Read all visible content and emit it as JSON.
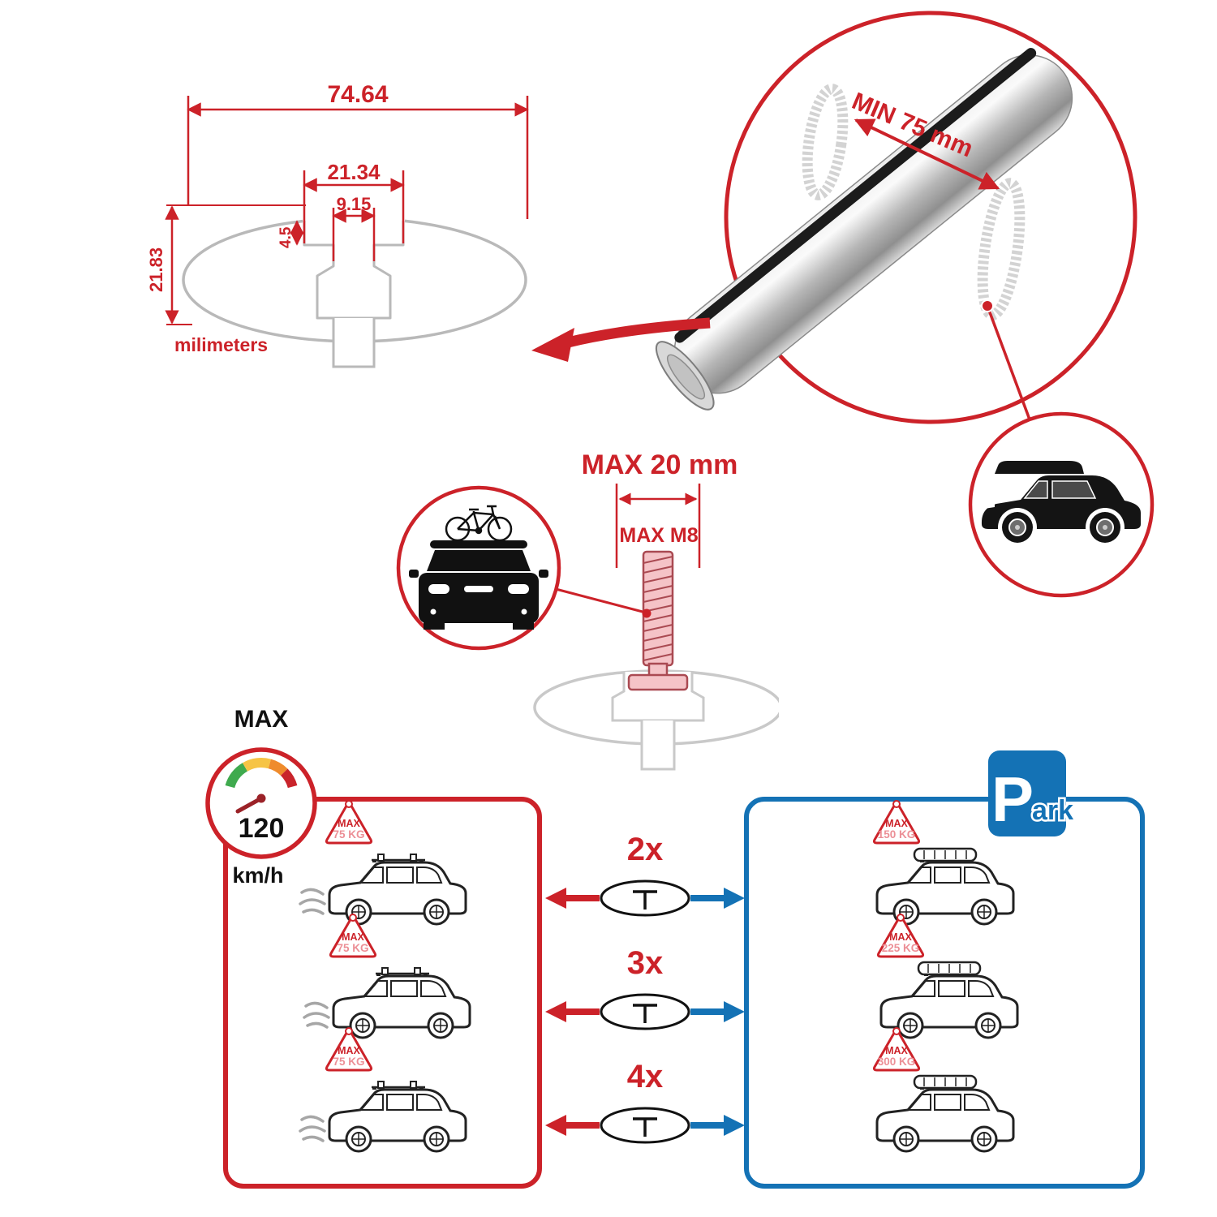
{
  "colors": {
    "red": "#cc2229",
    "blue": "#1472b5",
    "gray": "#bdbdbd"
  },
  "profile_drawing": {
    "dim_total_width": "74.64",
    "dim_slot_outer": "21.34",
    "dim_slot_inner": "9.15",
    "dim_lip_depth": "4.5",
    "dim_height": "21.83",
    "units_label": "milimeters"
  },
  "bar_inset": {
    "min_span_label": "MIN 75 mm"
  },
  "bolt_diagram": {
    "max_width_label": "MAX 20 mm",
    "max_thread_label": "MAX M8"
  },
  "speed_limit": {
    "label": "MAX",
    "value": "120",
    "units": "km/h"
  },
  "park_sign": {
    "letter": "P",
    "rest": "ark"
  },
  "rows": [
    {
      "count": "2x",
      "left": {
        "label": "MAX",
        "value": "75 KG"
      },
      "right": {
        "label": "MAX",
        "value": "150 KG"
      }
    },
    {
      "count": "3x",
      "left": {
        "label": "MAX",
        "value": "75 KG"
      },
      "right": {
        "label": "MAX",
        "value": "225 KG"
      }
    },
    {
      "count": "4x",
      "left": {
        "label": "MAX",
        "value": "75 KG"
      },
      "right": {
        "label": "MAX",
        "value": "300 KG"
      }
    }
  ]
}
